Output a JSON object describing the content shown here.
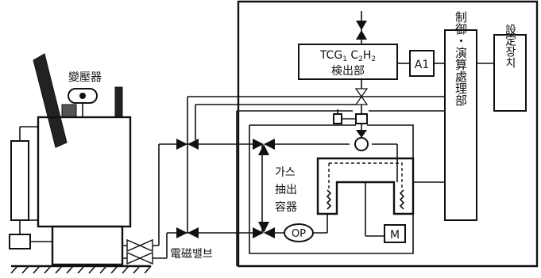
{
  "labels": {
    "transformer": "變壓器",
    "detector_line1": "TCG",
    "detector_sub1": "1",
    "detector_mid": " C",
    "detector_sub2": "2",
    "detector_h": "H",
    "detector_sub3": "2",
    "detector_line2": "検出部",
    "alarm": "A1",
    "control_vertical": "制御・演算處理部",
    "setting_vertical": "設定장치",
    "gas_line1": "가스",
    "gas_line2": "抽出",
    "gas_line3": "容器",
    "pump": "OP",
    "motor": "M",
    "solenoid": "電磁밸브"
  }
}
